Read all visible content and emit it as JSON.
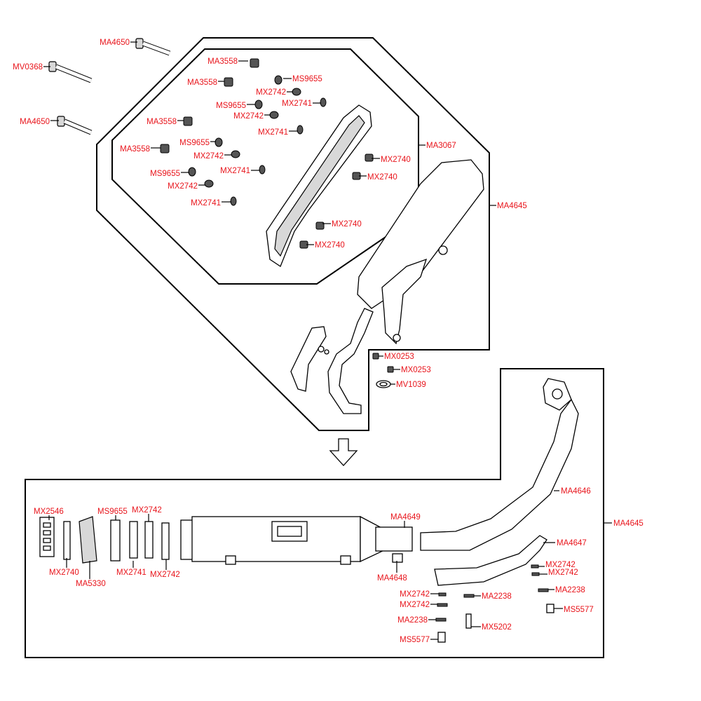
{
  "colors": {
    "label": "#e8141b",
    "line": "#000000",
    "background": "#ffffff"
  },
  "arrow_icon": "down-arrow-icon",
  "top_labels": {
    "ma4650_a": "MA4650",
    "mv0368": "MV0368",
    "ma4650_b": "MA4650",
    "ma3558_a": "MA3558",
    "ma3558_b": "MA3558",
    "ma3558_c": "MA3558",
    "ma3558_d": "MA3558",
    "ms9655_a": "MS9655",
    "ms9655_b": "MS9655",
    "ms9655_c": "MS9655",
    "ms9655_d": "MS9655",
    "mx2742_a": "MX2742",
    "mx2742_b": "MX2742",
    "mx2742_c": "MX2742",
    "mx2742_d": "MX2742",
    "mx2741_a": "MX2741",
    "mx2741_b": "MX2741",
    "mx2741_c": "MX2741",
    "mx2741_d": "MX2741",
    "mx2740_a": "MX2740",
    "mx2740_b": "MX2740",
    "mx2740_c": "MX2740",
    "mx2740_d": "MX2740",
    "ma3067": "MA3067",
    "ma4645_top": "MA4645",
    "mx0253_a": "MX0253",
    "mx0253_b": "MX0253",
    "mv1039": "MV1039"
  },
  "bottom_labels": {
    "mx2546": "MX2546",
    "mx2740": "MX2740",
    "ma5330": "MA5330",
    "ms9655": "MS9655",
    "mx2741": "MX2741",
    "mx2742_top": "MX2742",
    "mx2742_bot": "MX2742",
    "ma4649": "MA4649",
    "ma4648": "MA4648",
    "ma4646": "MA4646",
    "ma4647": "MA4647",
    "ma4645": "MA4645",
    "mx2742_r1": "MX2742",
    "mx2742_r2": "MX2742",
    "ma2238_r": "MA2238",
    "ms5577_r": "MS5577",
    "mx2742_l1": "MX2742",
    "mx2742_l2": "MX2742",
    "ma2238_m": "MA2238",
    "ma2238_l": "MA2238",
    "mx5202": "MX5202",
    "ms5577_l": "MS5577"
  }
}
